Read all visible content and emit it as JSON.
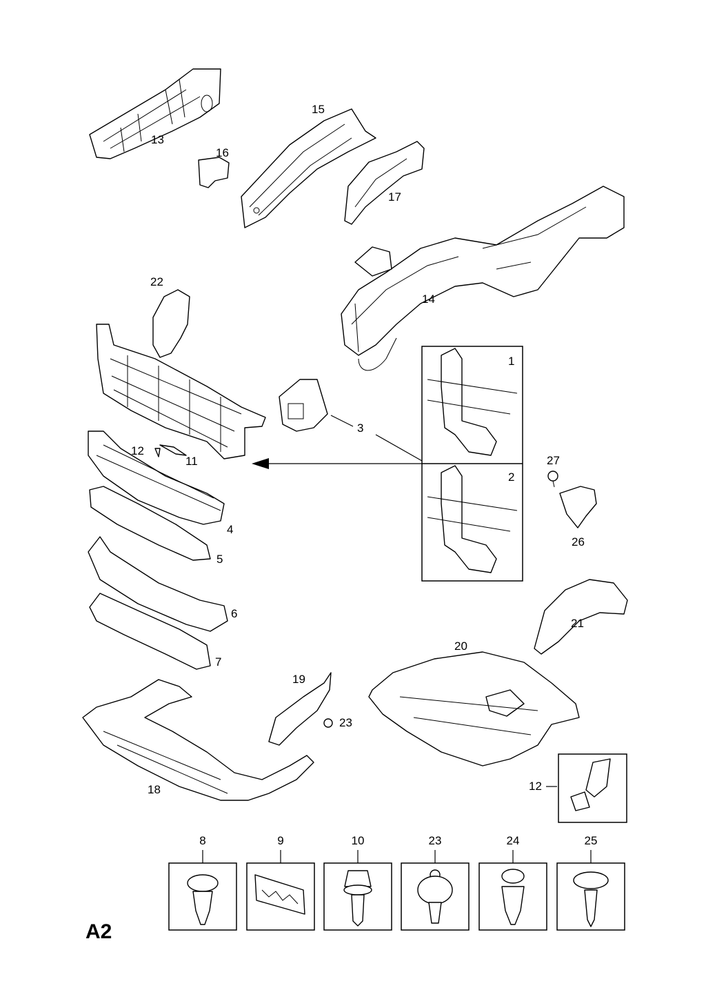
{
  "sheet_id": "A2",
  "callouts": {
    "c13": "13",
    "c15": "15",
    "c16": "16",
    "c17": "17",
    "c14": "14",
    "c22": "22",
    "c3": "3",
    "c1": "1",
    "c2": "2",
    "c12a": "12",
    "c11": "11",
    "c27": "27",
    "c26": "26",
    "c4": "4",
    "c5": "5",
    "c6": "6",
    "c7": "7",
    "c21": "21",
    "c20": "20",
    "c19": "19",
    "c23": "23",
    "c18": "18",
    "c12b": "12"
  },
  "fastener_row": [
    "8",
    "9",
    "10",
    "23",
    "24",
    "25"
  ]
}
